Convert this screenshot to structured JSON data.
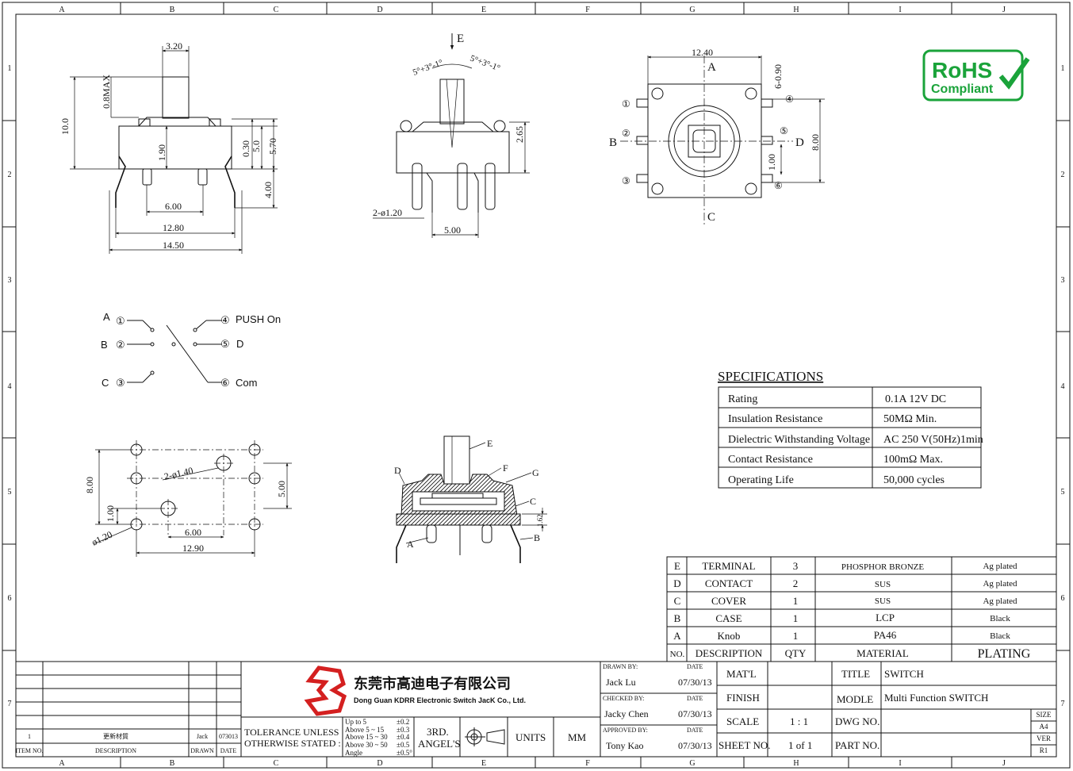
{
  "frame": {
    "col_letters": [
      "A",
      "B",
      "C",
      "D",
      "E",
      "F",
      "G",
      "H",
      "I",
      "J"
    ],
    "row_numbers": [
      "1",
      "2",
      "3",
      "4",
      "5",
      "6",
      "7"
    ]
  },
  "side_view": {
    "dims": [
      "3.20",
      "0.8MAX",
      "10.0",
      "1.90",
      "0.30",
      "5.0",
      "5.70",
      "4.00",
      "6.00",
      "12.80",
      "14.50"
    ]
  },
  "front_view": {
    "label_e": "E",
    "angle_left": "5°+3°-1°",
    "angle_right": "5°+3°-1°",
    "dims": [
      "2.65",
      "2-ø1.20",
      "5.00"
    ]
  },
  "top_view": {
    "dims": [
      "12.40",
      "6-0.90",
      "8.00",
      "1.00"
    ],
    "labels": [
      "A",
      "B",
      "C",
      "D"
    ],
    "pins": [
      "①",
      "②",
      "③",
      "④",
      "⑤",
      "⑥"
    ]
  },
  "schematic": {
    "left": [
      {
        "letter": "A",
        "pin": "①"
      },
      {
        "letter": "B",
        "pin": "②"
      },
      {
        "letter": "C",
        "pin": "③"
      }
    ],
    "right": [
      {
        "pin": "④",
        "label": "PUSH On"
      },
      {
        "pin": "⑤",
        "label": "D"
      },
      {
        "pin": "⑥",
        "label": "Com"
      }
    ]
  },
  "pcb_layout": {
    "dims": [
      "2-ø1.40",
      "8.00",
      "1.00",
      "5.00",
      "6.00",
      "ø1.20",
      "12.90"
    ]
  },
  "section_view": {
    "callouts": [
      "E",
      "F",
      "G",
      "C",
      "D",
      "A",
      "B"
    ],
    "dim": "1.62"
  },
  "logo": {
    "line1": "RoHS",
    "line2": "Compliant"
  },
  "specifications": {
    "title": "SPECIFICATIONS",
    "rows": [
      {
        "name": "Rating",
        "value": "0.1A 12V DC"
      },
      {
        "name": "Insulation Resistance",
        "value": "50MΩ Min."
      },
      {
        "name": "Dielectric Withstanding Voltage",
        "value": "AC 250 V(50Hz)1min"
      },
      {
        "name": "Contact Resistance",
        "value": "100mΩ Max."
      },
      {
        "name": "Operating Life",
        "value": "50,000 cycles"
      }
    ]
  },
  "bom": {
    "rows": [
      {
        "no": "E",
        "desc": "TERMINAL",
        "qty": "3",
        "material": "PHOSPHOR BRONZE",
        "plating": "Ag plated"
      },
      {
        "no": "D",
        "desc": "CONTACT",
        "qty": "2",
        "material": "SUS",
        "plating": "Ag plated"
      },
      {
        "no": "C",
        "desc": "COVER",
        "qty": "1",
        "material": "SUS",
        "plating": "Ag plated"
      },
      {
        "no": "B",
        "desc": "CASE",
        "qty": "1",
        "material": "LCP",
        "plating": "Black"
      },
      {
        "no": "A",
        "desc": "Knob",
        "qty": "1",
        "material": "PA46",
        "plating": "Black"
      }
    ],
    "header": {
      "no": "NO.",
      "desc": "DESCRIPTION",
      "qty": "QTY",
      "material": "MATERIAL",
      "plating": "PLATING"
    }
  },
  "revision": {
    "row": {
      "item": "1",
      "desc": "更新材質",
      "drawn": "Jack",
      "date": "073013"
    },
    "header": {
      "item": "ITEM NO.",
      "desc": "DESCRIPTION",
      "drawn": "DRAWN",
      "date": "DATE"
    }
  },
  "company": {
    "name_cn": "东莞市高迪电子有限公司",
    "name_en": "Dong Guan KDRR  Electronic Switch JacK Co., Ltd."
  },
  "tolerance": {
    "label1": "TOLERANCE UNLESS",
    "label2": "OTHERWISE STATED :",
    "ranges": [
      "Up  to 5",
      "Above 5  ~ 15",
      "Above 15 ~ 30",
      "Above 30 ~ 50",
      "Angle"
    ],
    "values": [
      "±0.2",
      "±0.3",
      "±0.4",
      "±0.5",
      "±0.5°"
    ],
    "angle_label1": "3RD.",
    "angle_label2": "ANGEL'S",
    "units_label": "UNITS",
    "units_value": "MM"
  },
  "approvals": [
    {
      "label": "DRAWN BY:",
      "date_label": "DATE",
      "name": "Jack  Lu",
      "date": "07/30/13"
    },
    {
      "label": "CHECKED BY:",
      "date_label": "DATE",
      "name": "Jacky Chen",
      "date": "07/30/13"
    },
    {
      "label": "APPROVED BY:",
      "date_label": "DATE",
      "name": "Tony Kao",
      "date": "07/30/13"
    }
  ],
  "title_block": {
    "matl_label": "MAT'L",
    "matl_value": "",
    "finish_label": "FINISH",
    "finish_value": "",
    "scale_label": "SCALE",
    "scale_value": "1 : 1",
    "sheet_label": "SHEET NO.",
    "sheet_value": "1 of 1",
    "title_label": "TITLE",
    "title_value": "SWITCH",
    "model_label": "MODLE",
    "model_value": "Multi Function   SWITCH",
    "dwg_label": "DWG NO.",
    "dwg_value": "",
    "part_label": "PART NO.",
    "part_value": "",
    "size_label": "SIZE",
    "size_value": "A4",
    "ver_label": "VER",
    "ver_value": "R1"
  }
}
